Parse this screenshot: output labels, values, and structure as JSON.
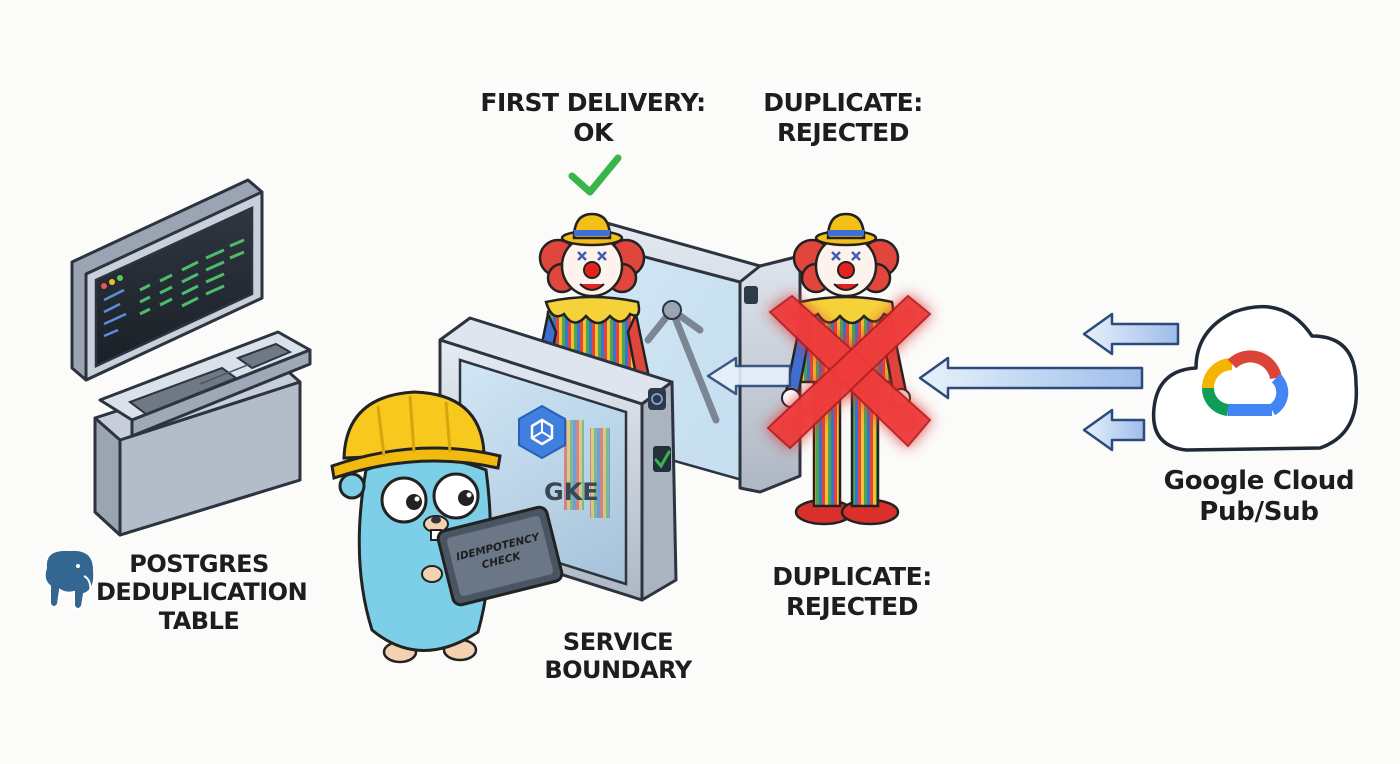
{
  "labels": {
    "first_delivery": [
      "FIRST DELIVERY:",
      "OK"
    ],
    "duplicate_top": [
      "DUPLICATE:",
      "REJECTED"
    ],
    "duplicate_bottom": [
      "DUPLICATE:",
      "REJECTED"
    ],
    "postgres": [
      "POSTGRES",
      "DEDUPLICATION",
      "TABLE"
    ],
    "service_boundary": [
      "SERVICE",
      "BOUNDARY"
    ],
    "pubsub": [
      "Google Cloud",
      "Pub/Sub"
    ]
  },
  "tablet_text": [
    "IDEMPOTENCY",
    "CHECK"
  ],
  "gate_text": "GKE",
  "colors": {
    "ok_green": "#3ab54a",
    "reject_red": "#ee3333",
    "arrow_blue": "#8fb3e6",
    "gopher_blue": "#7ccfe6",
    "hardhat_yellow": "#f7c81e",
    "gke_blue": "#3f7fe0"
  },
  "icons": [
    "postgres-elephant-icon",
    "google-cloud-icon",
    "check-icon",
    "cross-icon",
    "gke-icon"
  ]
}
